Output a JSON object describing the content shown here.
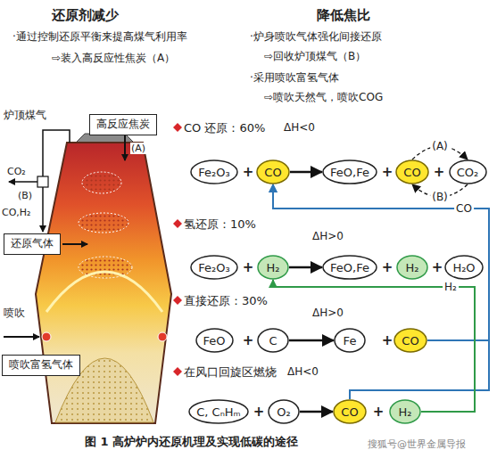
{
  "diagram": {
    "caption": "图 1   高炉炉内还原机理及实现低碳的途径",
    "nodes": [
      {
        "text": [
          "高反应焦炭"
        ]
      },
      {
        "text": [
          "还原气体"
        ]
      },
      {
        "text": [
          "喷吹富氢气体"
        ]
      },
      {
        "text": [
          "Fe₂O₃"
        ]
      },
      {
        "text": [
          "CO"
        ]
      },
      {
        "text": [
          "FeO,Fe"
        ]
      },
      {
        "text": [
          "CO"
        ]
      },
      {
        "text": [
          "CO₂"
        ]
      },
      {
        "text": [
          "Fe₂O₃"
        ]
      },
      {
        "text": [
          "H₂"
        ]
      },
      {
        "text": [
          "FeO,Fe"
        ]
      },
      {
        "text": [
          "H₂"
        ]
      },
      {
        "text": [
          "H₂O"
        ]
      },
      {
        "text": [
          "FeO"
        ]
      },
      {
        "text": [
          "C"
        ]
      },
      {
        "text": [
          "Fe"
        ]
      },
      {
        "text": [
          "CO"
        ]
      },
      {
        "text": [
          "C, CₙHₘ"
        ]
      },
      {
        "text": [
          "O₂"
        ]
      },
      {
        "text": [
          "CO"
        ]
      },
      {
        "text": [
          "H₂"
        ]
      }
    ],
    "edges": [
      {
        "from": 4,
        "to": 5,
        "arrow": "to"
      },
      {
        "from": 9,
        "to": 10,
        "arrow": "to"
      },
      {
        "from": 14,
        "to": 15,
        "arrow": "to"
      },
      {
        "from": 18,
        "to": 19,
        "arrow": "to"
      },
      {
        "from": 6,
        "to": 7,
        "arrow": "to",
        "label": "(A)"
      },
      {
        "from": 7,
        "to": 6,
        "arrow": "to",
        "label": "(B)"
      },
      {
        "from": 19,
        "to": 4,
        "arrow": "to",
        "label": "CO"
      },
      {
        "from": 16,
        "to": 4,
        "arrow": "to"
      },
      {
        "from": 20,
        "to": 9,
        "arrow": "to",
        "label": "H₂"
      }
    ],
    "labels": [
      "还原剂减少",
      "降低焦比",
      "·通过控制还原平衡来提高煤气利用率",
      "⇨装入高反应性焦炭（A）",
      "·炉身喷吹气体强化间接还原",
      "⇨回收炉顶煤气（B）",
      "·采用喷吹富氢气体",
      "⇨喷吹天然气，喷吹COG",
      "炉顶煤气",
      "(A)",
      "CO₂",
      "(B)",
      "CO,H₂",
      "喷吹",
      "CO 还原：60%",
      "ΔH<0",
      "氢还原：10%",
      "ΔH>0",
      "直接还原：30%",
      "ΔH>0",
      "在风口回旋区燃烧",
      "ΔH<0",
      "+",
      "+",
      "+",
      "+",
      "+",
      "+",
      "+",
      "+",
      "+",
      "+",
      "搜狐号@世界金属导报"
    ]
  }
}
